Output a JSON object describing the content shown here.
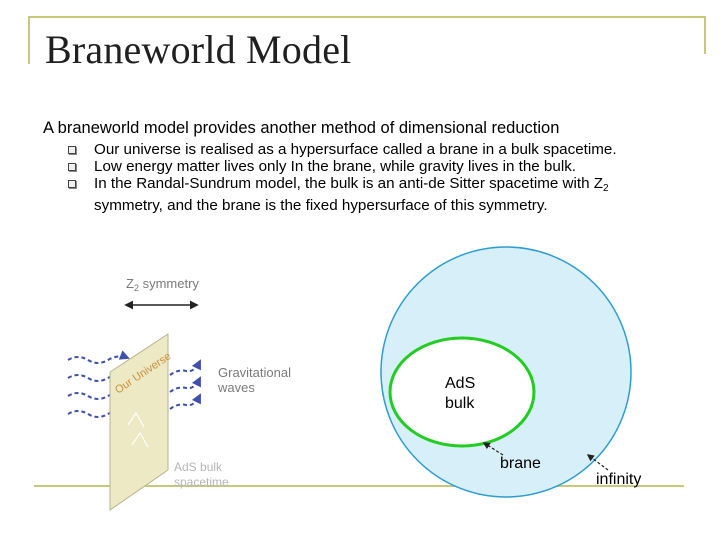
{
  "slide": {
    "title": "Braneworld Model",
    "intro": "A braneworld model provides another method of  dimensional reduction",
    "bullets": [
      {
        "text": "Our universe is realised as a hypersurface called a brane in a bulk spacetime."
      },
      {
        "text": "Low energy matter lives only In the brane, while gravity lives in the bulk."
      },
      {
        "text": "In the Randal-Sundrum model, the bulk is an anti-de Sitter spacetime with Z",
        "sub": "2",
        "text2": "symmetry, and the brane is the fixed hypersurface of this symmetry."
      }
    ]
  },
  "figure_left": {
    "z2_label": "Z",
    "z2_sub": "2",
    "z2_rest": " symmetry",
    "universe_label": "Our Universe",
    "grav_label_1": "Gravitational",
    "grav_label_2": "waves",
    "ads_label_1": "AdS bulk",
    "ads_label_2": "spacetime"
  },
  "figure_right": {
    "ads_label_1": "AdS",
    "ads_label_2": "bulk",
    "brane_label": "brane",
    "infinity_label": "infinity"
  },
  "colors": {
    "frame": "#c8c87a",
    "title": "#202020",
    "disc_fill": "#d6eff8",
    "disc_stroke": "#2d9cd1",
    "brane_stroke": "#22cc22",
    "wave_blue": "#3f4fae",
    "z2_gray": "#7a7a7a",
    "brane_sheet": "#ece9c4"
  }
}
